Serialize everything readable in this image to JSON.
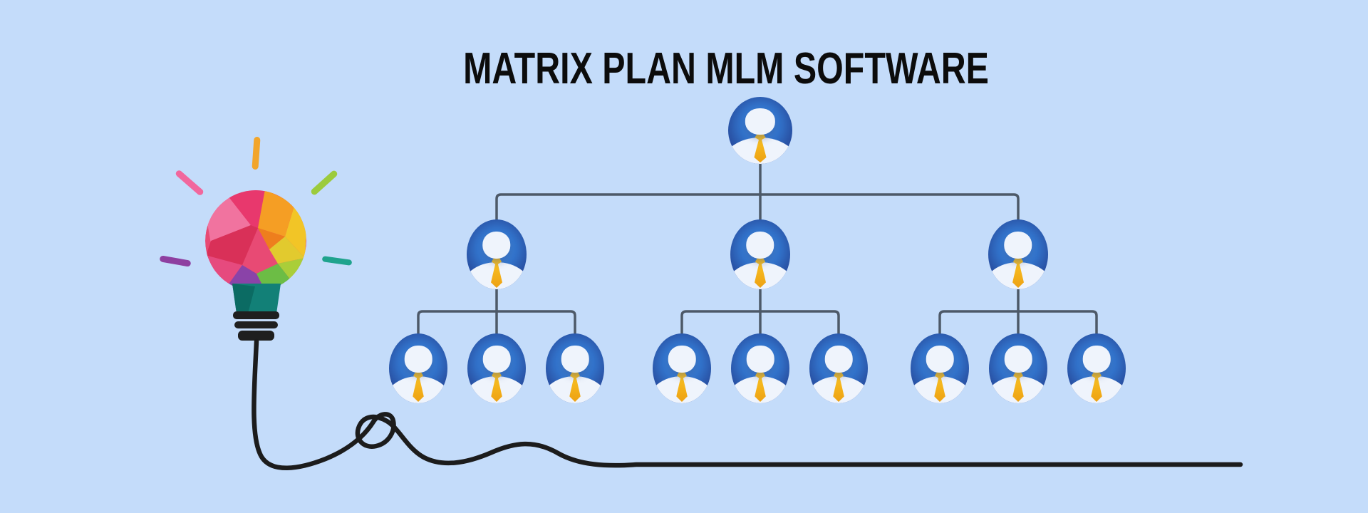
{
  "title": "MATRIX PLAN MLM SOFTWARE",
  "diagram_type": "matrix-mlm-tree",
  "structure": {
    "matrix_width": 3,
    "matrix_depth": 2,
    "total_members": 13,
    "levels": [
      1,
      3,
      9
    ]
  },
  "tree": {
    "id": "root",
    "children": [
      {
        "id": "L1-1",
        "children": [
          {
            "id": "L2-1"
          },
          {
            "id": "L2-2"
          },
          {
            "id": "L2-3"
          }
        ]
      },
      {
        "id": "L1-2",
        "children": [
          {
            "id": "L2-4"
          },
          {
            "id": "L2-5"
          },
          {
            "id": "L2-6"
          }
        ]
      },
      {
        "id": "L1-3",
        "children": [
          {
            "id": "L2-7"
          },
          {
            "id": "L2-8"
          },
          {
            "id": "L2-9"
          }
        ]
      }
    ]
  },
  "colors": {
    "background": "#c4dcfa",
    "title_text": "#0c0c0c",
    "connector": "#4d5968",
    "wire": "#1c1c1c",
    "avatar_ring": "#243e95",
    "avatar_glow": "#4b95e2",
    "avatar_face": "#eff4fc",
    "tie_light": "#fbc624",
    "tie_dark": "#eda113"
  },
  "lightbulb": {
    "facet_colors": [
      "#e84a74",
      "#f1739f",
      "#e8386d",
      "#f59e24",
      "#ee7e1d",
      "#f2c526",
      "#e2ca2e",
      "#aace39",
      "#6cbd45",
      "#d93058",
      "#e64a7e",
      "#8a43a8"
    ],
    "neck_colors": [
      "#128077",
      "#0b6b63"
    ],
    "base_color": "#1f1f1f",
    "ray_colors": [
      "#f2a52b",
      "#f1679d",
      "#9ccb3c",
      "#8e3fa0",
      "#1fa38d"
    ]
  }
}
